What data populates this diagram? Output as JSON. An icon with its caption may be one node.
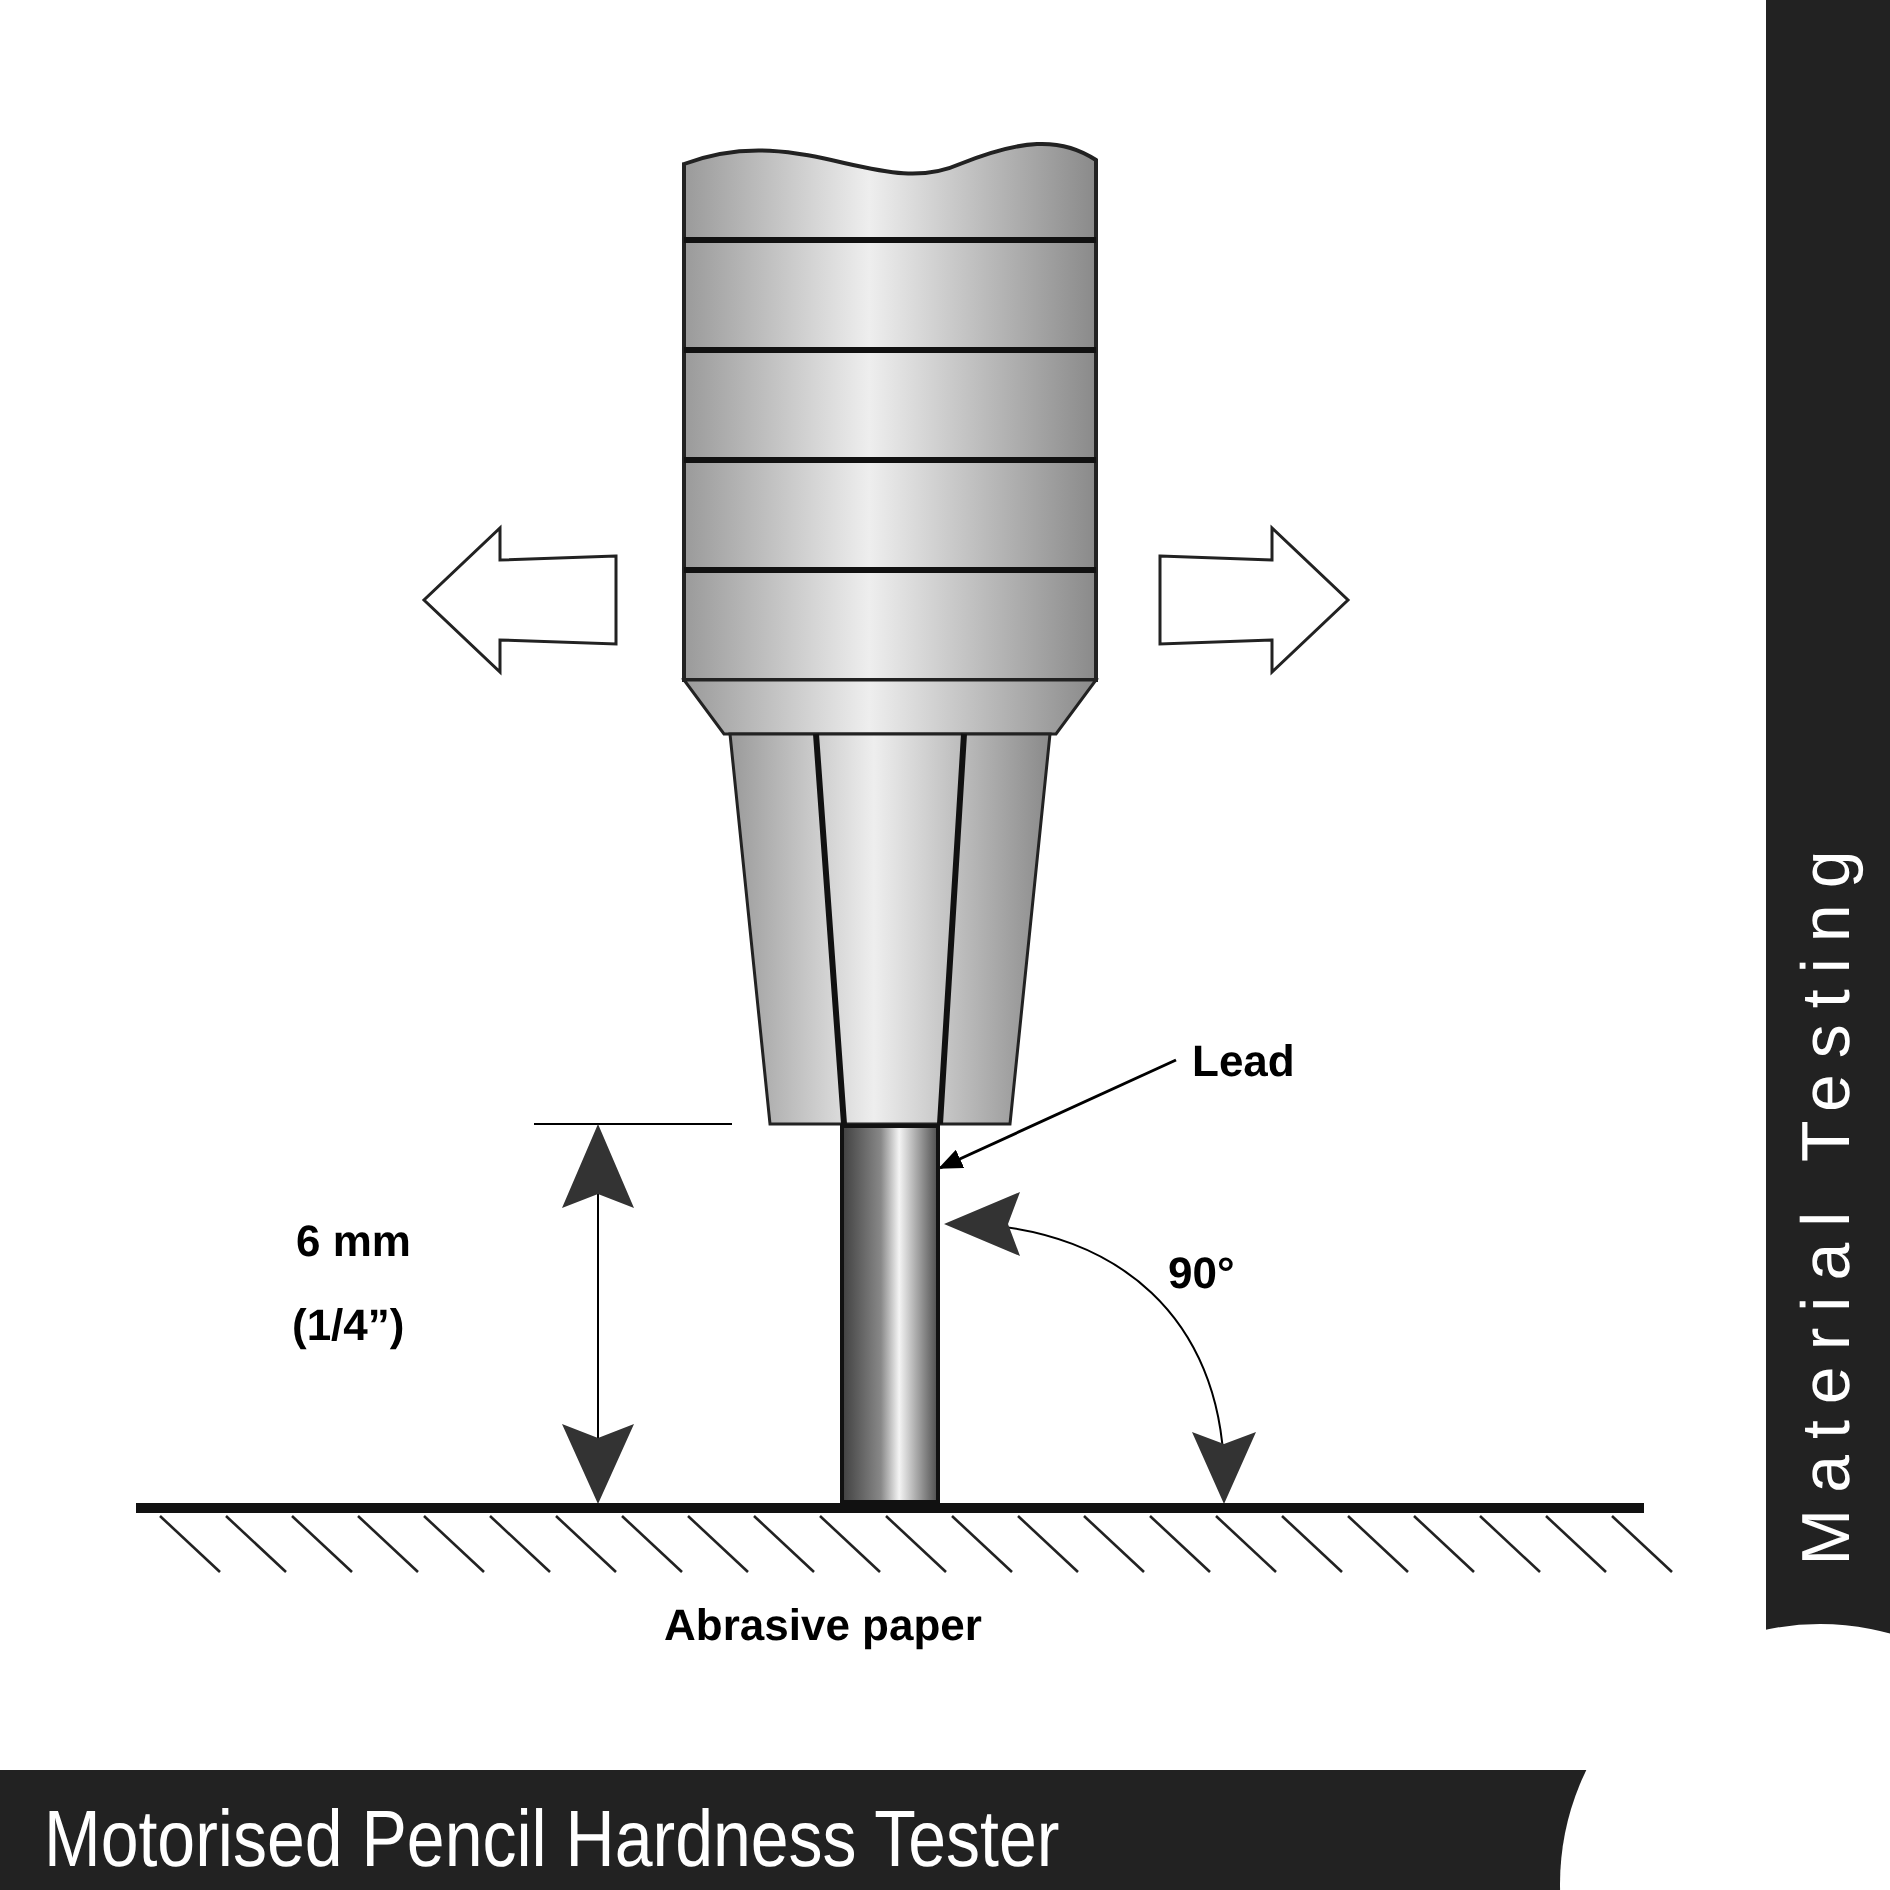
{
  "diagram": {
    "title": "Motorised Pencil Hardness Tester",
    "nodes": [
      {
        "text": [
          "Lead"
        ]
      },
      {
        "text": [],
        "shape": "bar"
      }
    ],
    "edges": [
      {
        "from": 0,
        "to": 1,
        "arrow": "to"
      }
    ],
    "labels": [
      "Material Testing",
      "6 mm",
      "(1/4”)",
      "90°",
      "Abrasive paper"
    ]
  }
}
